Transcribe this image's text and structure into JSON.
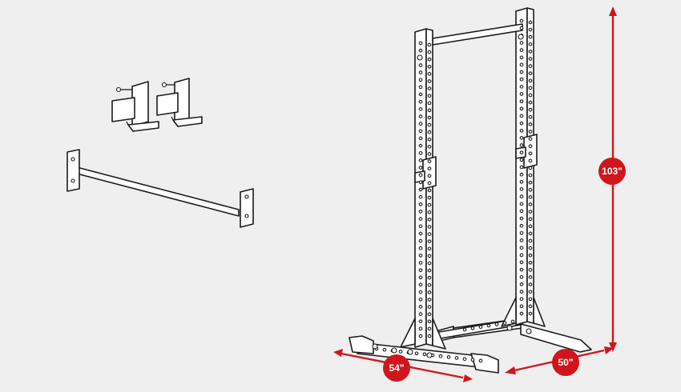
{
  "colors": {
    "background": "#efefef",
    "line": "#1a1a1a",
    "accent": "#d0161c",
    "badge_text": "#ffffff"
  },
  "dimensions": {
    "height_label": "103\"",
    "width_label": "54\"",
    "depth_label": "50\""
  }
}
